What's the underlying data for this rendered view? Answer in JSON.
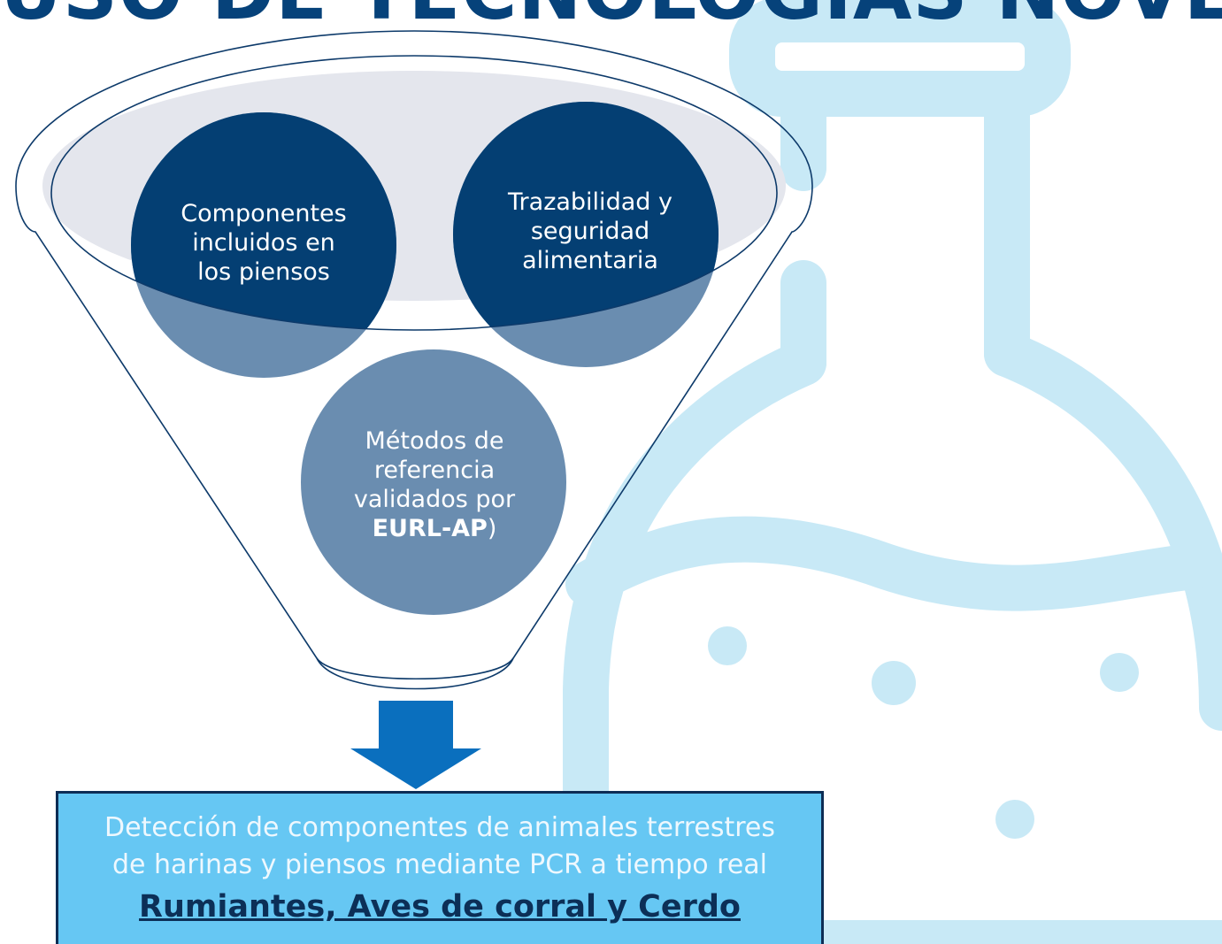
{
  "header": {
    "title": "USO DE TECNOLOGÍAS NOVEDOSAS"
  },
  "funnel": {
    "circles": [
      {
        "lines": [
          "Componentes",
          "incluidos en",
          "los piensos"
        ]
      },
      {
        "lines": [
          "Trazabilidad y",
          "seguridad",
          "alimentaria"
        ]
      },
      {
        "lines": [
          "Métodos de",
          "referencia",
          "validados por"
        ],
        "bold": "EURL-AP",
        "suffix": ")"
      }
    ]
  },
  "result": {
    "line1": "Detección de componentes de animales terrestres",
    "line2": "de harinas y piensos mediante PCR a tiempo real",
    "emphasis": "Rumiantes, Aves de corral y Cerdo"
  },
  "colors": {
    "dark_circle": "#043f73",
    "light_circle": "#6a8db0",
    "arrow": "#0a6fbe",
    "box_fill": "#66c7f3",
    "box_border": "#0d2d55",
    "flask": "#c8e9f6",
    "title": "#06427a"
  },
  "icons": {
    "background": "flask-icon",
    "arrow": "arrow-down-icon"
  }
}
